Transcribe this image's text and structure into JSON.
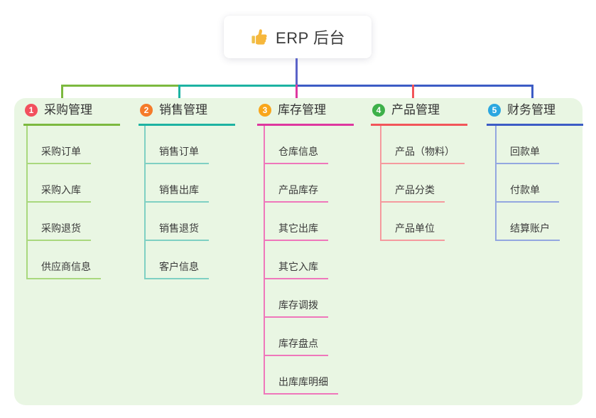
{
  "root": {
    "title": "ERP 后台",
    "icon": "thumbs-up"
  },
  "panel": {
    "background": "#e9f6e3"
  },
  "connector": {
    "root_drop_color": "#5b63c8"
  },
  "branches": [
    {
      "number": "1",
      "title": "采购管理",
      "badge_color": "#f2505e",
      "accent_color": "#7cb93f",
      "child_line_color": "#a9d87e",
      "children": [
        "采购订单",
        "采购入库",
        "采购退货",
        "供应商信息"
      ]
    },
    {
      "number": "2",
      "title": "销售管理",
      "badge_color": "#f57b2a",
      "accent_color": "#1db3a2",
      "child_line_color": "#7fd0c3",
      "children": [
        "销售订单",
        "销售出库",
        "销售退货",
        "客户信息"
      ]
    },
    {
      "number": "3",
      "title": "库存管理",
      "badge_color": "#f9a61a",
      "accent_color": "#de379f",
      "child_line_color": "#ef77bb",
      "children": [
        "仓库信息",
        "产品库存",
        "其它出库",
        "其它入库",
        "库存调拨",
        "库存盘点",
        "出库库明细"
      ]
    },
    {
      "number": "4",
      "title": "产品管理",
      "badge_color": "#3db049",
      "accent_color": "#f2555a",
      "child_line_color": "#f59a9e",
      "children": [
        "产品（物料）",
        "产品分类",
        "产品单位"
      ]
    },
    {
      "number": "5",
      "title": "财务管理",
      "badge_color": "#2ba7e0",
      "accent_color": "#3c5cc5",
      "child_line_color": "#93a7e0",
      "children": [
        "回款单",
        "付款单",
        "结算账户"
      ]
    }
  ]
}
